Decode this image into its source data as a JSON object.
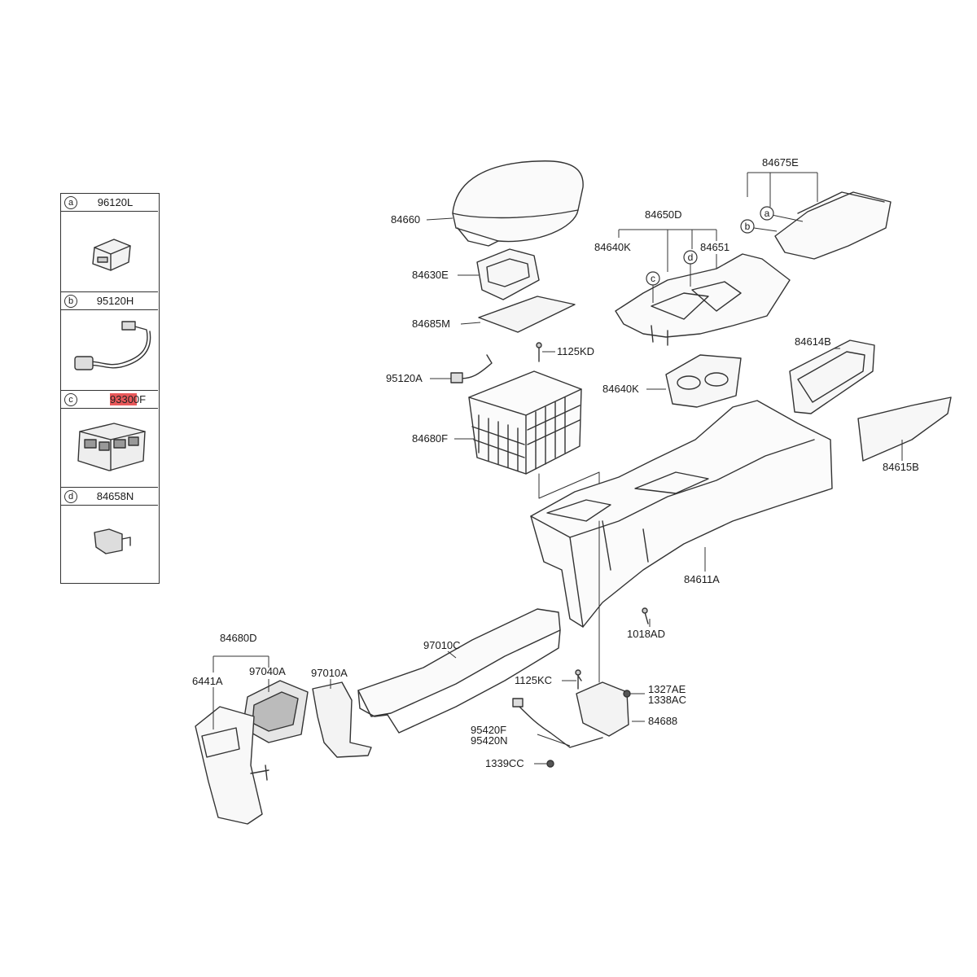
{
  "legend": {
    "items": [
      {
        "letter": "a",
        "code": "96120L"
      },
      {
        "letter": "b",
        "code": "95120H"
      },
      {
        "letter": "c",
        "code": "93300F",
        "highlight_color": "#e8585a"
      },
      {
        "letter": "d",
        "code": "84658N"
      }
    ]
  },
  "callouts": {
    "a": "a",
    "b": "b",
    "c": "c",
    "d": "d"
  },
  "labels": {
    "p84660": "84660",
    "p84630E": "84630E",
    "p84685M": "84685M",
    "p1125KD": "1125KD",
    "p95120A": "95120A",
    "p84680F": "84680F",
    "p84650D": "84650D",
    "p84640K_top": "84640K",
    "p84651": "84651",
    "p84640K_mid": "84640K",
    "p84675E": "84675E",
    "p84614B": "84614B",
    "p84615B": "84615B",
    "p84611A": "84611A",
    "p1018AD": "1018AD",
    "p84680D": "84680D",
    "p6441A": "6441A",
    "p97040A": "97040A",
    "p97010A": "97010A",
    "p97010C": "97010C",
    "p1125KC": "1125KC",
    "p1327AE": "1327AE",
    "p1338AC": "1338AC",
    "p84688": "84688",
    "p95420F": "95420F",
    "p95420N": "95420N",
    "p1339CC": "1339CC"
  }
}
